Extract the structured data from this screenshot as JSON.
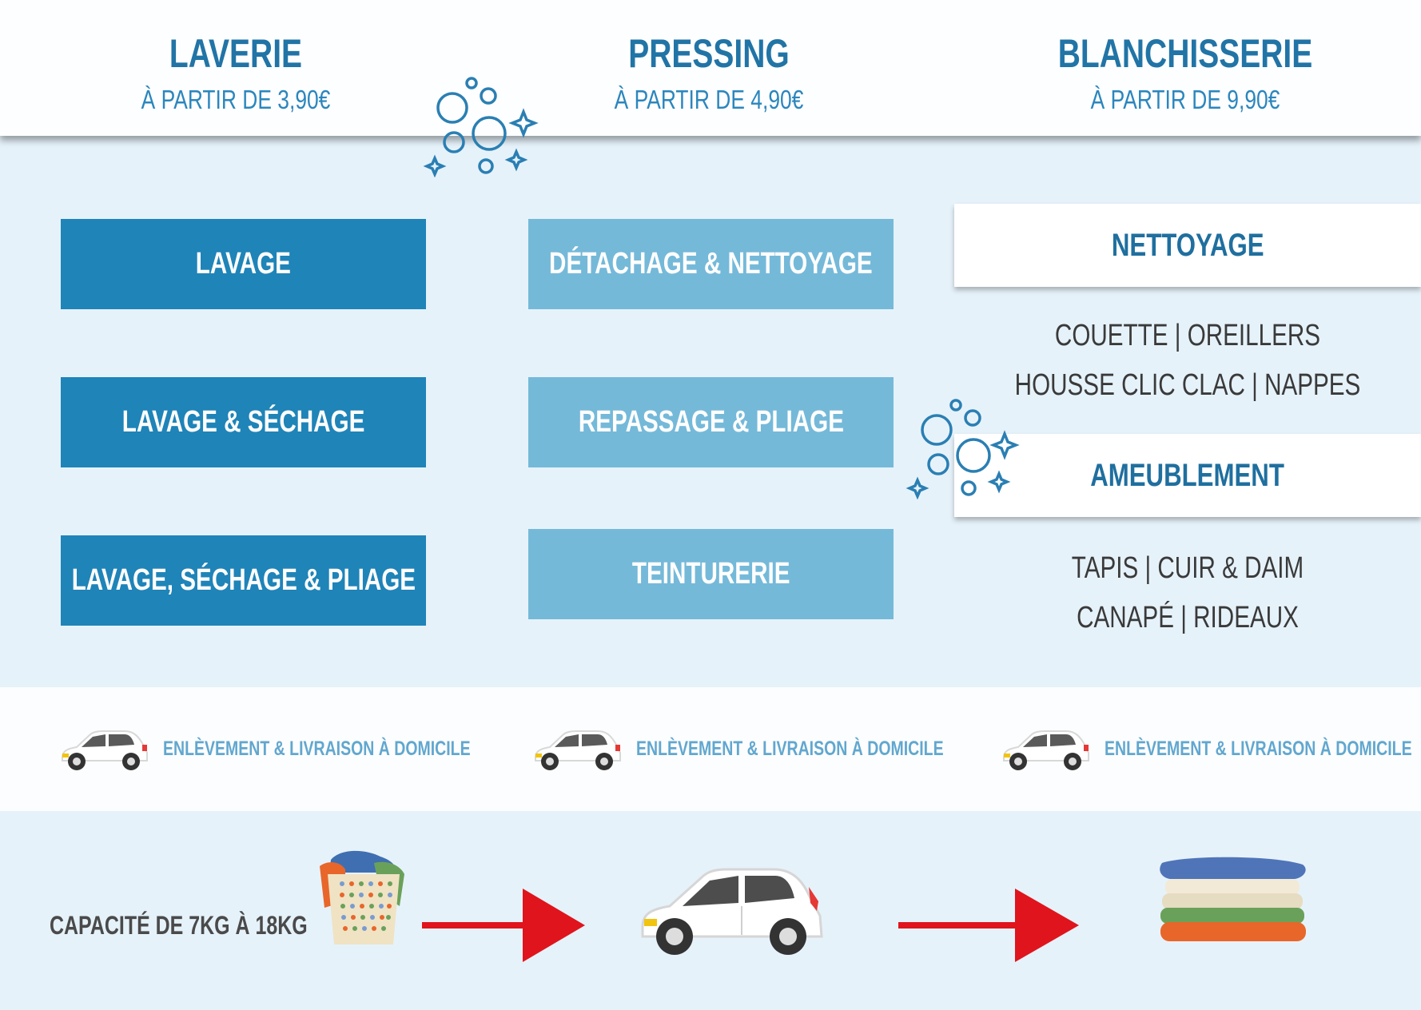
{
  "header": {
    "columns": [
      {
        "title": "LAVERIE",
        "subtitle": "À PARTIR DE 3,90€"
      },
      {
        "title": "PRESSING",
        "subtitle": "À PARTIR DE 4,90€"
      },
      {
        "title": "BLANCHISSERIE",
        "subtitle": "À PARTIR DE 9,90€"
      }
    ]
  },
  "laverie": {
    "services": [
      "LAVAGE",
      "LAVAGE & SÉCHAGE",
      "LAVAGE, SÉCHAGE & PLIAGE"
    ]
  },
  "pressing": {
    "services": [
      "DÉTACHAGE & NETTOYAGE",
      "REPASSAGE & PLIAGE",
      "TEINTURERIE"
    ]
  },
  "blanchisserie": {
    "nettoyage": {
      "label": "NETTOYAGE",
      "items": [
        "COUETTE | OREILLERS",
        "HOUSSE CLIC CLAC | NAPPES"
      ]
    },
    "ameublement": {
      "label": "AMEUBLEMENT",
      "items": [
        "TAPIS | CUIR & DAIM",
        "CANAPÉ | RIDEAUX"
      ]
    }
  },
  "delivery": {
    "label": "ENLÈVEMENT & LIVRAISON À DOMICILE",
    "icon": "car-icon"
  },
  "process": {
    "capacity": "CAPACITÉ DE 7KG À 18KG",
    "steps_icons": [
      "laundry-basket-icon",
      "arrow-right-icon",
      "car-icon",
      "arrow-right-icon",
      "folded-clothes-icon"
    ]
  },
  "colors": {
    "title_blue": "#2174a6",
    "dark_button": "#1f84b8",
    "light_button": "#75b9d9",
    "background": "#e6f2fa",
    "arrow_red": "#e0141c"
  }
}
